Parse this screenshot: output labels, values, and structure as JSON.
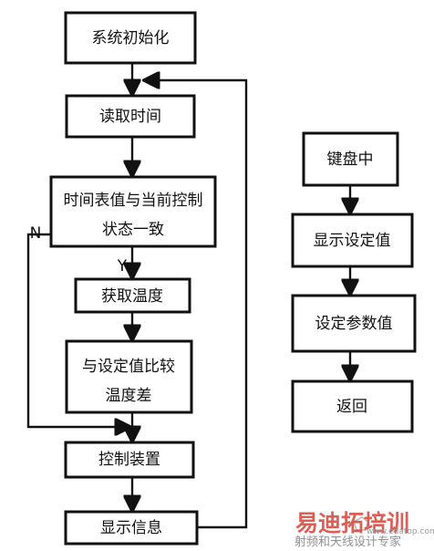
{
  "diagram": {
    "nodes": {
      "init": "系统初始化",
      "read_time": "读取时间",
      "check_line1": "时间表值与当前控制",
      "check_line2": "状态一致",
      "get_temp": "获取温度",
      "compare_line1": "与设定值比较",
      "compare_line2": "温度差",
      "control": "控制装置",
      "show_info": "显示信息",
      "key_int": "键盘中",
      "show_set": "显示设定值",
      "set_param": "设定参数值",
      "return": "返回"
    },
    "labels": {
      "no": "N",
      "yes": "Y"
    }
  },
  "watermark": {
    "main": "易迪拓培训",
    "sub": "射频和天线设计专家",
    "url": "www.edatop.com"
  }
}
